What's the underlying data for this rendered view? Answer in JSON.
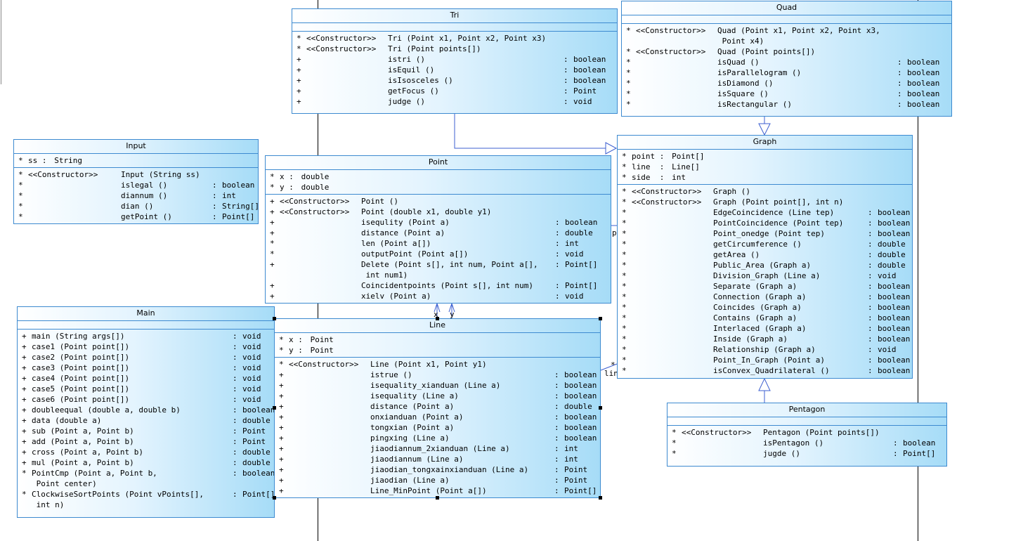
{
  "classes": {
    "tri": {
      "name": "Tri",
      "ops": [
        {
          "m": "*",
          "s": "<<Constructor>>",
          "n": "Tri (Point x1, Point x2, Point x3)",
          "t": ""
        },
        {
          "m": "*",
          "s": "<<Constructor>>",
          "n": "Tri (Point points[])",
          "t": ""
        },
        {
          "m": "+",
          "s": "",
          "n": "istri ()",
          "t": "boolean"
        },
        {
          "m": "+",
          "s": "",
          "n": "isEquil ()",
          "t": "boolean"
        },
        {
          "m": "+",
          "s": "",
          "n": "isIsosceles ()",
          "t": "boolean"
        },
        {
          "m": "+",
          "s": "",
          "n": "getFocus ()",
          "t": "Point"
        },
        {
          "m": "+",
          "s": "",
          "n": "judge ()",
          "t": "void"
        }
      ]
    },
    "quad": {
      "name": "Quad",
      "ops": [
        {
          "m": "*",
          "s": "<<Constructor>>",
          "n": "Quad (Point x1, Point x2, Point x3,\n Point x4)",
          "t": ""
        },
        {
          "m": "*",
          "s": "<<Constructor>>",
          "n": "Quad (Point points[])",
          "t": ""
        },
        {
          "m": "*",
          "s": "",
          "n": "isQuad ()",
          "t": "boolean"
        },
        {
          "m": "*",
          "s": "",
          "n": "isParallelogram ()",
          "t": "boolean"
        },
        {
          "m": "*",
          "s": "",
          "n": "isDiamond ()",
          "t": "boolean"
        },
        {
          "m": "*",
          "s": "",
          "n": "isSquare ()",
          "t": "boolean"
        },
        {
          "m": "*",
          "s": "",
          "n": "isRectangular ()",
          "t": "boolean"
        }
      ]
    },
    "input": {
      "name": "Input",
      "attrs": [
        {
          "m": "*",
          "n": "ss",
          "t": "String"
        }
      ],
      "ops": [
        {
          "m": "*",
          "s": "<<Constructor>>",
          "n": "Input (String ss)",
          "t": ""
        },
        {
          "m": "*",
          "s": "",
          "n": "islegal ()",
          "t": "boolean"
        },
        {
          "m": "*",
          "s": "",
          "n": "diannum ()",
          "t": "int"
        },
        {
          "m": "*",
          "s": "",
          "n": "dian ()",
          "t": "String[]"
        },
        {
          "m": "*",
          "s": "",
          "n": "getPoint ()",
          "t": "Point[]"
        }
      ]
    },
    "point": {
      "name": "Point",
      "attrs": [
        {
          "m": "*",
          "n": "x",
          "t": "double"
        },
        {
          "m": "*",
          "n": "y",
          "t": "double"
        }
      ],
      "ops": [
        {
          "m": "+",
          "s": "<<Constructor>>",
          "n": "Point ()",
          "t": ""
        },
        {
          "m": "+",
          "s": "<<Constructor>>",
          "n": "Point (double x1, double y1)",
          "t": ""
        },
        {
          "m": "+",
          "s": "",
          "n": "isequlity (Point a)",
          "t": "boolean"
        },
        {
          "m": "+",
          "s": "",
          "n": "distance (Point a)",
          "t": "double"
        },
        {
          "m": "*",
          "s": "",
          "n": "len (Point a[])",
          "t": "int"
        },
        {
          "m": "*",
          "s": "",
          "n": "outputPoint (Point a[])",
          "t": "void"
        },
        {
          "m": "+",
          "s": "",
          "n": "Delete (Point s[], int num, Point a[],\n int num1)",
          "t": "Point[]"
        },
        {
          "m": "+",
          "s": "",
          "n": "Coincidentpoints (Point s[], int num)",
          "t": "Point[]"
        },
        {
          "m": "+",
          "s": "",
          "n": "xielv (Point a)",
          "t": "void"
        }
      ]
    },
    "graph": {
      "name": "Graph",
      "attrs": [
        {
          "m": "*",
          "n": "point",
          "t": "Point[]"
        },
        {
          "m": "*",
          "n": "line ",
          "t": "Line[]"
        },
        {
          "m": "*",
          "n": "side ",
          "t": "int"
        }
      ],
      "ops": [
        {
          "m": "*",
          "s": "<<Constructor>>",
          "n": "Graph ()",
          "t": ""
        },
        {
          "m": "*",
          "s": "<<Constructor>>",
          "n": "Graph (Point point[], int n)",
          "t": ""
        },
        {
          "m": "*",
          "s": "",
          "n": "EdgeCoincidence (Line tep)",
          "t": "boolean"
        },
        {
          "m": "*",
          "s": "",
          "n": "PointCoincidence (Point tep)",
          "t": "boolean"
        },
        {
          "m": "*",
          "s": "",
          "n": "Point_onedge (Point tep)",
          "t": "boolean"
        },
        {
          "m": "*",
          "s": "",
          "n": "getCircumference ()",
          "t": "double"
        },
        {
          "m": "*",
          "s": "",
          "n": "getArea ()",
          "t": "double"
        },
        {
          "m": "*",
          "s": "",
          "n": "Public_Area (Graph a)",
          "t": "double"
        },
        {
          "m": "*",
          "s": "",
          "n": "Division_Graph (Line a)",
          "t": "void"
        },
        {
          "m": "*",
          "s": "",
          "n": "Separate (Graph a)",
          "t": "boolean"
        },
        {
          "m": "*",
          "s": "",
          "n": "Connection (Graph a)",
          "t": "boolean"
        },
        {
          "m": "*",
          "s": "",
          "n": "Coincides (Graph a)",
          "t": "boolean"
        },
        {
          "m": "*",
          "s": "",
          "n": "Contains (Graph a)",
          "t": "boolean"
        },
        {
          "m": "*",
          "s": "",
          "n": "Interlaced (Graph a)",
          "t": "boolean"
        },
        {
          "m": "*",
          "s": "",
          "n": "Inside (Graph a)",
          "t": "boolean"
        },
        {
          "m": "*",
          "s": "",
          "n": "Relationship (Graph a)",
          "t": "void"
        },
        {
          "m": "*",
          "s": "",
          "n": "Point_In_Graph (Point a)",
          "t": "boolean"
        },
        {
          "m": "*",
          "s": "",
          "n": "isConvex_Quadrilateral ()",
          "t": "boolean"
        }
      ]
    },
    "main": {
      "name": "Main",
      "ops": [
        {
          "m": "+",
          "s": "",
          "n": "main (String args[])",
          "t": "void"
        },
        {
          "m": "+",
          "s": "",
          "n": "case1 (Point point[])",
          "t": "void"
        },
        {
          "m": "+",
          "s": "",
          "n": "case2 (Point point[])",
          "t": "void"
        },
        {
          "m": "+",
          "s": "",
          "n": "case3 (Point point[])",
          "t": "void"
        },
        {
          "m": "+",
          "s": "",
          "n": "case4 (Point point[])",
          "t": "void"
        },
        {
          "m": "+",
          "s": "",
          "n": "case5 (Point point[])",
          "t": "void"
        },
        {
          "m": "+",
          "s": "",
          "n": "case6 (Point point[])",
          "t": "void"
        },
        {
          "m": "+",
          "s": "",
          "n": "doubleequal (double a, double b)",
          "t": "boolean"
        },
        {
          "m": "+",
          "s": "",
          "n": "data (double a)",
          "t": "double"
        },
        {
          "m": "+",
          "s": "",
          "n": "sub (Point a, Point b)",
          "t": "Point"
        },
        {
          "m": "+",
          "s": "",
          "n": "add (Point a, Point b)",
          "t": "Point"
        },
        {
          "m": "+",
          "s": "",
          "n": "cross (Point a, Point b)",
          "t": "double"
        },
        {
          "m": "+",
          "s": "",
          "n": "mul (Point a, Point b)",
          "t": "double"
        },
        {
          "m": "*",
          "s": "",
          "n": "PointCmp (Point a, Point b,\n Point center)",
          "t": "boolean"
        },
        {
          "m": "*",
          "s": "",
          "n": "ClockwiseSortPoints (Point vPoints[],\n int n)",
          "t": "Point[]"
        }
      ]
    },
    "line": {
      "name": "Line",
      "attrs": [
        {
          "m": "*",
          "n": "x",
          "t": "Point"
        },
        {
          "m": "*",
          "n": "y",
          "t": "Point"
        }
      ],
      "ops": [
        {
          "m": "*",
          "s": "<<Constructor>>",
          "n": "Line (Point x1, Point y1)",
          "t": ""
        },
        {
          "m": "+",
          "s": "",
          "n": "istrue ()",
          "t": "boolean"
        },
        {
          "m": "+",
          "s": "",
          "n": "isequality_xianduan (Line a)",
          "t": "boolean"
        },
        {
          "m": "+",
          "s": "",
          "n": "isequality (Line a)",
          "t": "boolean"
        },
        {
          "m": "+",
          "s": "",
          "n": "distance (Point a)",
          "t": "double"
        },
        {
          "m": "+",
          "s": "",
          "n": "onxianduan (Point a)",
          "t": "boolean"
        },
        {
          "m": "+",
          "s": "",
          "n": "tongxian (Point a)",
          "t": "boolean"
        },
        {
          "m": "+",
          "s": "",
          "n": "pingxing (Line a)",
          "t": "boolean"
        },
        {
          "m": "+",
          "s": "",
          "n": "jiaodiannum_2xianduan (Line a)",
          "t": "int"
        },
        {
          "m": "+",
          "s": "",
          "n": "jiaodiannum (Line a)",
          "t": "int"
        },
        {
          "m": "+",
          "s": "",
          "n": "jiaodian_tongxainxianduan (Line a)",
          "t": "Point"
        },
        {
          "m": "+",
          "s": "",
          "n": "jiaodian (Line a)",
          "t": "Point"
        },
        {
          "m": "+",
          "s": "",
          "n": "Line_MinPoint (Point a[])",
          "t": "Point[]"
        }
      ]
    },
    "pentagon": {
      "name": "Pentagon",
      "ops": [
        {
          "m": "*",
          "s": "<<Constructor>>",
          "n": "Pentagon (Point points[])",
          "t": ""
        },
        {
          "m": "*",
          "s": "",
          "n": "isPentagon ()",
          "t": "boolean"
        },
        {
          "m": "*",
          "s": "",
          "n": "jugde ()",
          "t": "Point[]"
        }
      ]
    }
  },
  "connector_labels": {
    "graph_point_role": "p",
    "graph_line_mult": "*",
    "graph_line_role": "lin",
    "line_point_x": "x",
    "line_point_y": "y"
  }
}
